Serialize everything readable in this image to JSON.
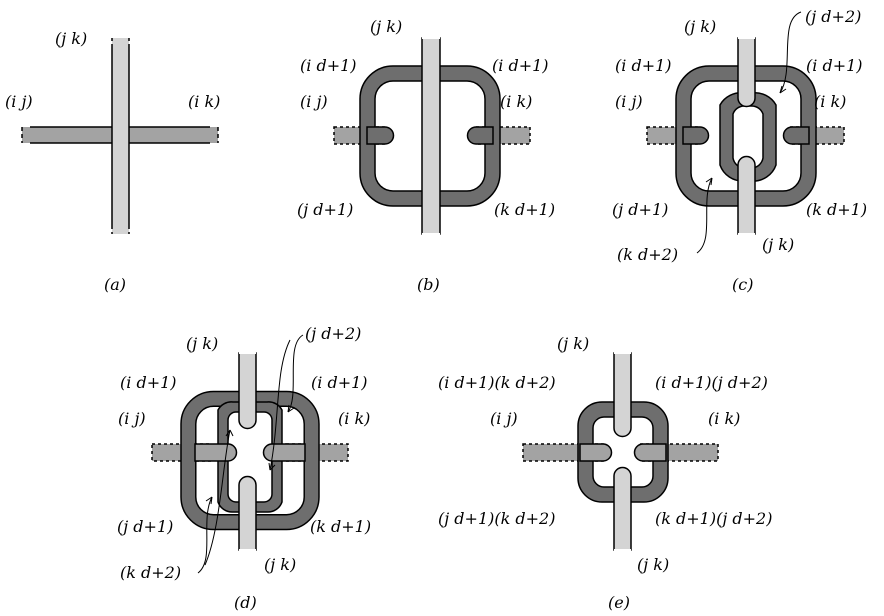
{
  "panels": {
    "a": {
      "caption": "(a)",
      "labels": {
        "top": "(j  k)",
        "left": "(i  j)",
        "right": "(i  k)"
      }
    },
    "b": {
      "caption": "(b)",
      "labels": {
        "top": "(j  k)",
        "top_left": "(i  d+1)",
        "top_right": "(i  d+1)",
        "left": "(i  j)",
        "right": "(i  k)",
        "bottom_left": "(j  d+1)",
        "bottom_right": "(k  d+1)"
      }
    },
    "c": {
      "caption": "(c)",
      "labels": {
        "top": "(j  k)",
        "pointer_top": "(j  d+2)",
        "top_left": "(i  d+1)",
        "top_right": "(i  d+1)",
        "left": "(i  j)",
        "right": "(i  k)",
        "bottom_left": "(j  d+1)",
        "bottom_right": "(k  d+1)",
        "bottom": "(j  k)",
        "pointer_bottom": "(k  d+2)"
      }
    },
    "d": {
      "caption": "(d)",
      "labels": {
        "top": "(j  k)",
        "pointer_top": "(j  d+2)",
        "top_left": "(i  d+1)",
        "top_right": "(i  d+1)",
        "left": "(i  j)",
        "right": "(i  k)",
        "bottom_left": "(j  d+1)",
        "bottom_right": "(k  d+1)",
        "bottom": "(j  k)",
        "pointer_bottom": "(k  d+2)"
      }
    },
    "e": {
      "caption": "(e)",
      "labels": {
        "top": "(j  k)",
        "top_left": "(i  d+1)(k  d+2)",
        "top_right": "(i  d+1)(j  d+2)",
        "left": "(i  j)",
        "right": "(i  k)",
        "bottom_left": "(j  d+1)(k  d+2)",
        "bottom_right": "(k  d+1)(j  d+2)",
        "bottom": "(j  k)"
      }
    }
  },
  "colors": {
    "vertical_strip": "#d4d4d4",
    "horizontal_strip": "#a3a3a3",
    "loop_strip": "#6e6e6e",
    "outline": "#000000"
  }
}
